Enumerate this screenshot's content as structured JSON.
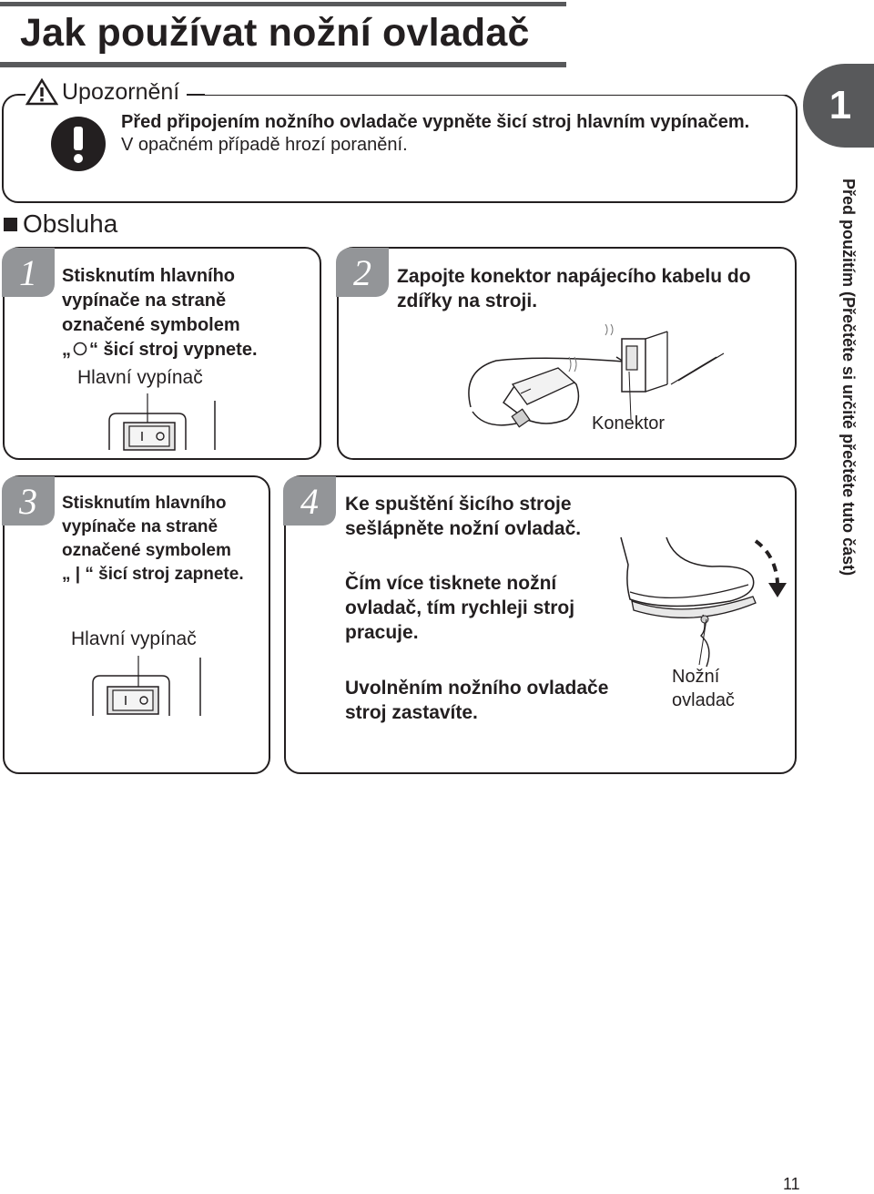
{
  "page": {
    "title": "Jak používat nožní ovladač",
    "section_number": "1",
    "side_caption": "Před použitím (Přečtěte si určitě přečtěte tuto část)",
    "page_number": "11"
  },
  "warning": {
    "label": "Upozornění",
    "line1": "Před připojením nožního ovladače vypněte šicí stroj hlavním vypínačem.",
    "line2": "V opačném případě hrozí poranění."
  },
  "section": {
    "heading": "Obsluha"
  },
  "steps": [
    {
      "number": "1",
      "text_a": "Stisknutím hlavního vypínače na straně označené symbolem",
      "text_b_prefix": "„",
      "text_b_suffix": "“ šicí stroj vypnete.",
      "label": "Hlavní vypínač"
    },
    {
      "number": "2",
      "text": "Zapojte konektor napájecího kabelu do zdířky na stroji.",
      "label": "Konektor"
    },
    {
      "number": "3",
      "text_a": "Stisknutím hlavního vypínače na straně označené symbolem",
      "text_b": "„ | “ šicí stroj zapnete.",
      "label": "Hlavní vypínač"
    },
    {
      "number": "4",
      "text_1": "Ke spuštění šicího stroje sešlápněte nožní ovladač.",
      "text_2": "Čím více tisknete nožní ovladač, tím rychleji stroj pracuje.",
      "text_3": "Uvolněním nožního ovladače stroj zastavíte.",
      "label_line1": "Nožní",
      "label_line2": "ovladač"
    }
  ],
  "colors": {
    "rule": "#58595b",
    "tab_gray": "#939598",
    "ink": "#231f20"
  }
}
